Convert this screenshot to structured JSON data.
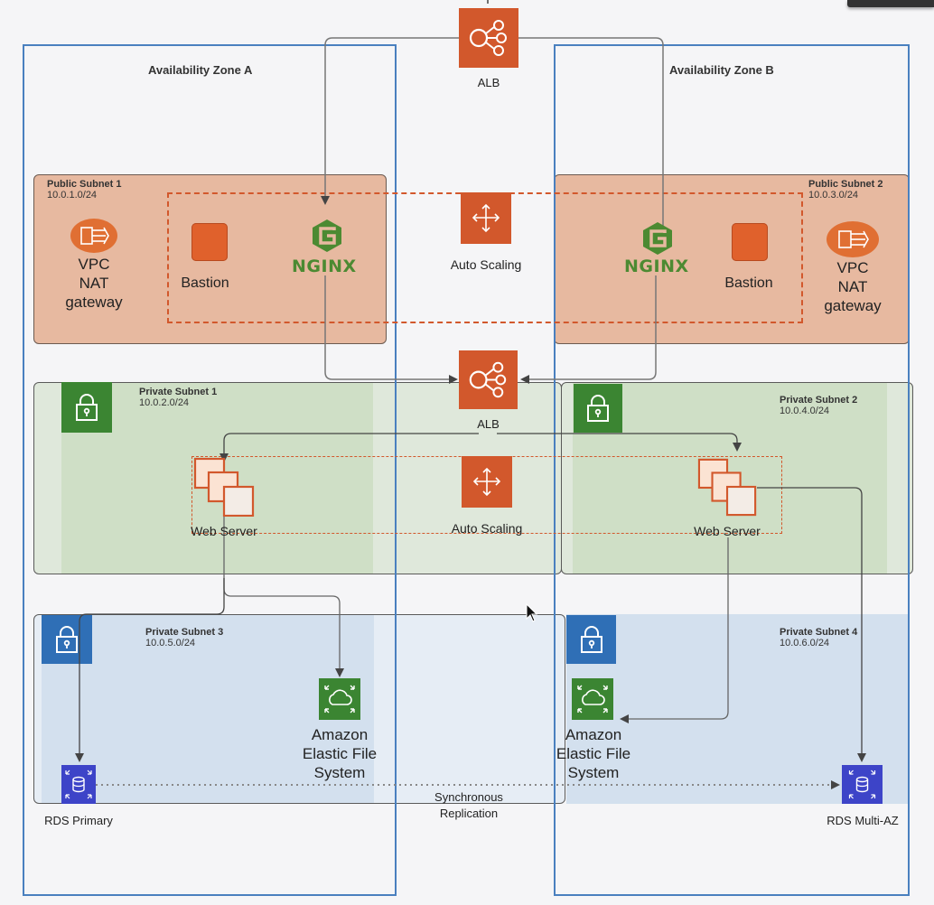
{
  "availability_zones": [
    {
      "title": "Availability Zone A"
    },
    {
      "title": "Availability Zone B"
    }
  ],
  "alb": {
    "top_label": "ALB",
    "internal_label": "ALB"
  },
  "auto_scaling": {
    "public_label": "Auto Scaling",
    "private_label": "Auto Scaling"
  },
  "public_subnets": [
    {
      "title": "Public Subnet 1",
      "cidr": "10.0.1.0/24"
    },
    {
      "title": "Public Subnet 2",
      "cidr": "10.0.3.0/24"
    }
  ],
  "private_subnets": [
    {
      "title": "Private Subnet 1",
      "cidr": "10.0.2.0/24"
    },
    {
      "title": "Private Subnet 2",
      "cidr": "10.0.4.0/24"
    },
    {
      "title": "Private Subnet 3",
      "cidr": "10.0.5.0/24"
    },
    {
      "title": "Private Subnet 4",
      "cidr": "10.0.6.0/24"
    }
  ],
  "nat": {
    "line1": "VPC",
    "line2": "NAT",
    "line3": "gateway"
  },
  "bastion_label": "Bastion",
  "nginx_label": "NGINX",
  "web_server_label": "Web Server",
  "efs": {
    "line1": "Amazon",
    "line2": "Elastic File",
    "line3": "System"
  },
  "rds": {
    "primary": "RDS Primary",
    "multi_az": "RDS Multi-AZ"
  },
  "replication": {
    "line1": "Synchronous",
    "line2": "Replication"
  },
  "colors": {
    "aws_orange": "#d2582c",
    "aws_green": "#3b8532",
    "aws_blue": "#3d44c8",
    "lock_blue": "#2f6fb6",
    "az_border": "#4a80bf"
  },
  "icons": [
    "alb-icon",
    "auto-scaling-icon",
    "nat-gateway-icon",
    "bastion-icon",
    "nginx-logo",
    "lock-icon",
    "web-server-icon",
    "efs-icon",
    "rds-icon",
    "mouse-cursor-icon"
  ]
}
